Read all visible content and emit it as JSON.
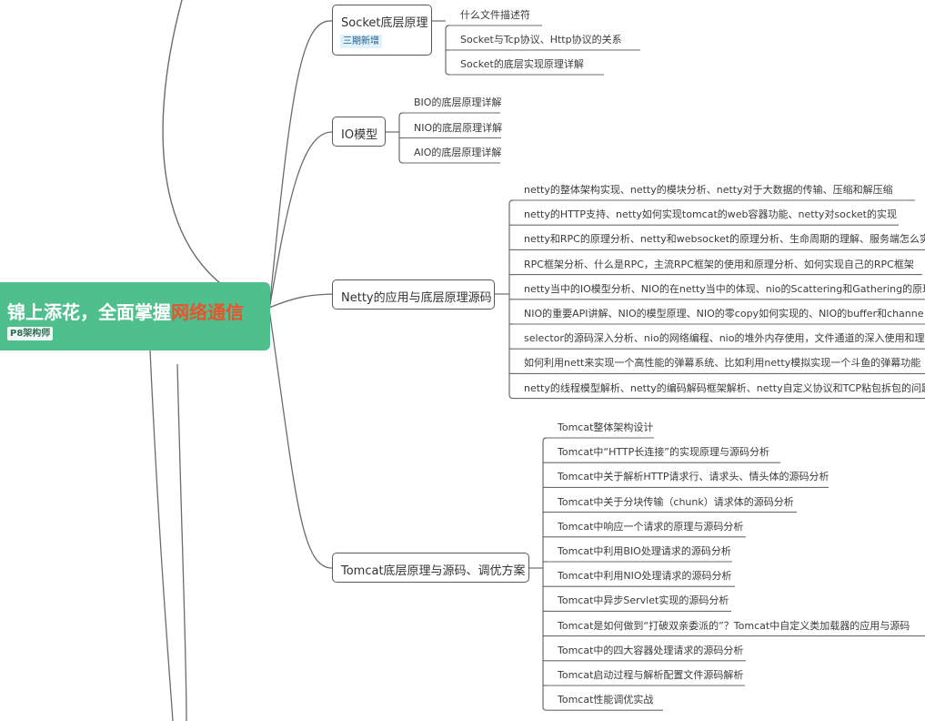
{
  "root": {
    "title_main": "锦上添花，全面掌握",
    "title_highlight": "网络通信",
    "tag": "P8架构师"
  },
  "topics": [
    {
      "label": "Socket底层原理",
      "tag": "三期新增",
      "items": [
        "什么文件描述符",
        "Socket与Tcp协议、Http协议的关系",
        "Socket的底层实现原理详解"
      ]
    },
    {
      "label": "IO模型",
      "items": [
        "BIO的底层原理详解",
        "NIO的底层原理详解",
        "AIO的底层原理详解"
      ]
    },
    {
      "label": "Netty的应用与底层原理源码",
      "items": [
        "netty的整体架构实现、netty的模块分析、netty对于大数据的传输、压缩和解压缩",
        "netty的HTTP支持、netty如何实现tomcat的web容器功能、netty对socket的实现",
        "netty和RPC的原理分析、netty和websocket的原理分析、生命周期的理解、服务端怎么实",
        "RPC框架分析、什么是RPC，主流RPC框架的使用和原理分析、如何实现自己的RPC框架",
        "netty当中的IO模型分析、NIO的在netty当中的体现、nio的Scattering和Gathering的原理",
        "NIO的重要API讲解、NIO的模型原理、NIO的零copy如何实现的、NIO的buffer和channe",
        "selector的源码深入分析、nio的网络编程、nio的堆外内存使用，文件通道的深入使用和理",
        "如何利用nett来实现一个高性能的弹幕系统、比如利用netty模拟实现一个斗鱼的弹幕功能",
        "netty的线程模型解析、netty的编码解码框架解析、netty自定义协议和TCP粘包拆包的问题"
      ]
    },
    {
      "label": "Tomcat底层原理与源码、调优方案",
      "items": [
        "Tomcat整体架构设计",
        "Tomcat中“HTTP长连接”的实现原理与源码分析",
        "Tomcat中关于解析HTTP请求行、请求头、情头体的源码分析",
        "Tomcat中关于分块传输（chunk）请求体的源码分析",
        "Tomcat中响应一个请求的原理与源码分析",
        "Tomcat中利用BIO处理请求的源码分析",
        "Tomcat中利用NIO处理请求的源码分析",
        "Tomcat中异步Servlet实现的源码分析",
        "Tomcat是如何做到“打破双亲委派的”？Tomcat中自定义类加载器的应用与源码",
        "Tomcat中的四大容器处理请求的源码分析",
        "Tomcat启动过程与解析配置文件源码解析",
        "Tomcat性能调优实战"
      ]
    }
  ],
  "colors": {
    "root_fill": "#4fc08d",
    "root_highlight": "#e8542c",
    "tag_fill": "#dff1fb",
    "line": "#6b6b6b"
  }
}
